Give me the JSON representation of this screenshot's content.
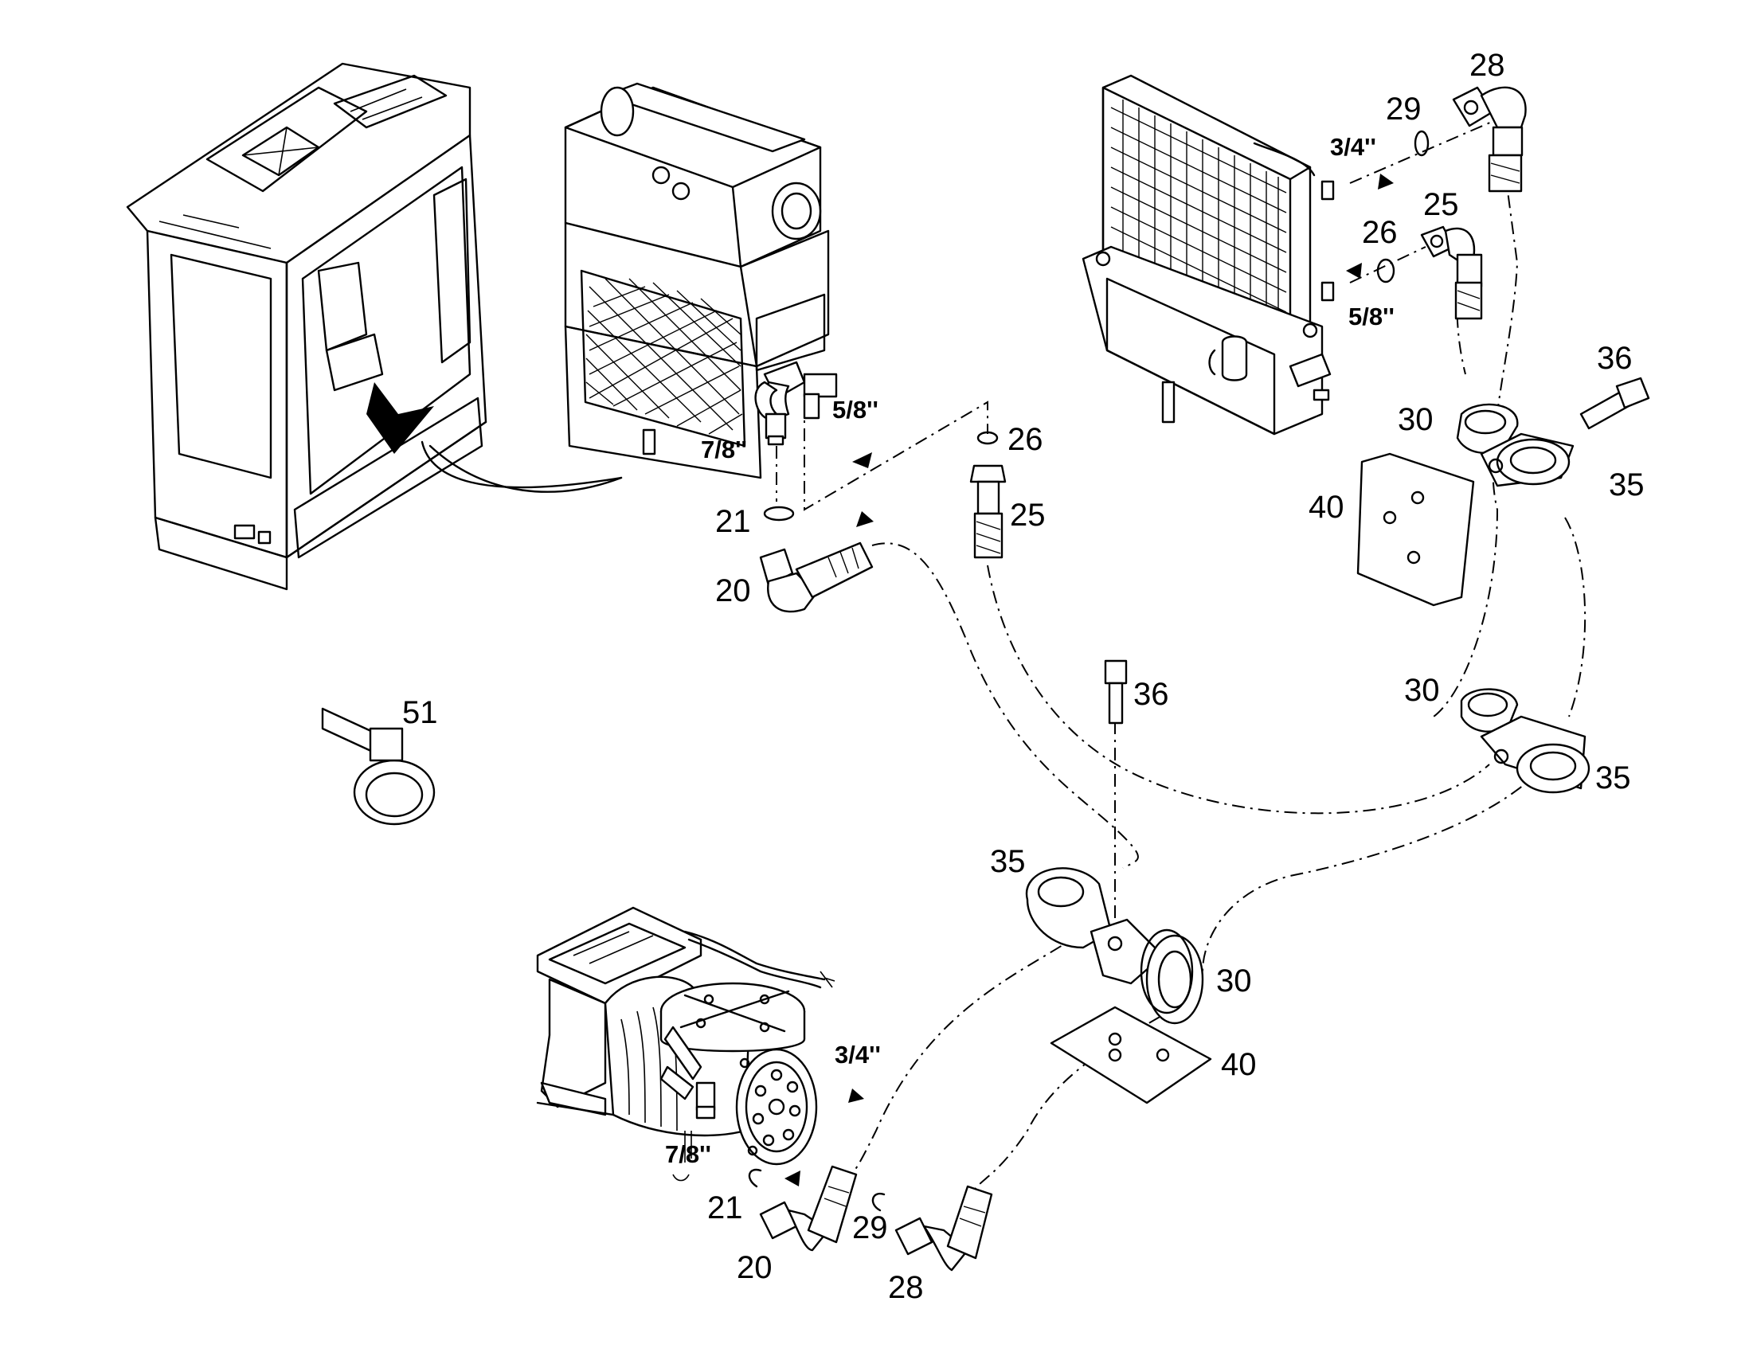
{
  "labels": {
    "p20_top": "20",
    "p21_top": "21",
    "p25_mid": "25",
    "p26_mid": "26",
    "p28_top": "28",
    "p29_top": "29",
    "p25_right": "25",
    "p26_right": "26",
    "p36_right": "36",
    "p30_right": "30",
    "p35_right": "35",
    "p40_right": "40",
    "p30_mid": "30",
    "p35_mid": "35",
    "p36_mid": "36",
    "p35_bottom": "35",
    "p30_bottom": "30",
    "p40_bottom": "40",
    "p51": "51",
    "p21_bottom": "21",
    "p20_bottom": "20",
    "p29_bottom": "29",
    "p28_bottom": "28"
  },
  "fitting_sizes": {
    "evaporator_suction": "7/8''",
    "evaporator_liquid": "5/8''",
    "condenser_inlet": "3/4''",
    "condenser_outlet": "5/8''",
    "compressor_suction": "7/8''",
    "compressor_discharge": "3/4''"
  }
}
